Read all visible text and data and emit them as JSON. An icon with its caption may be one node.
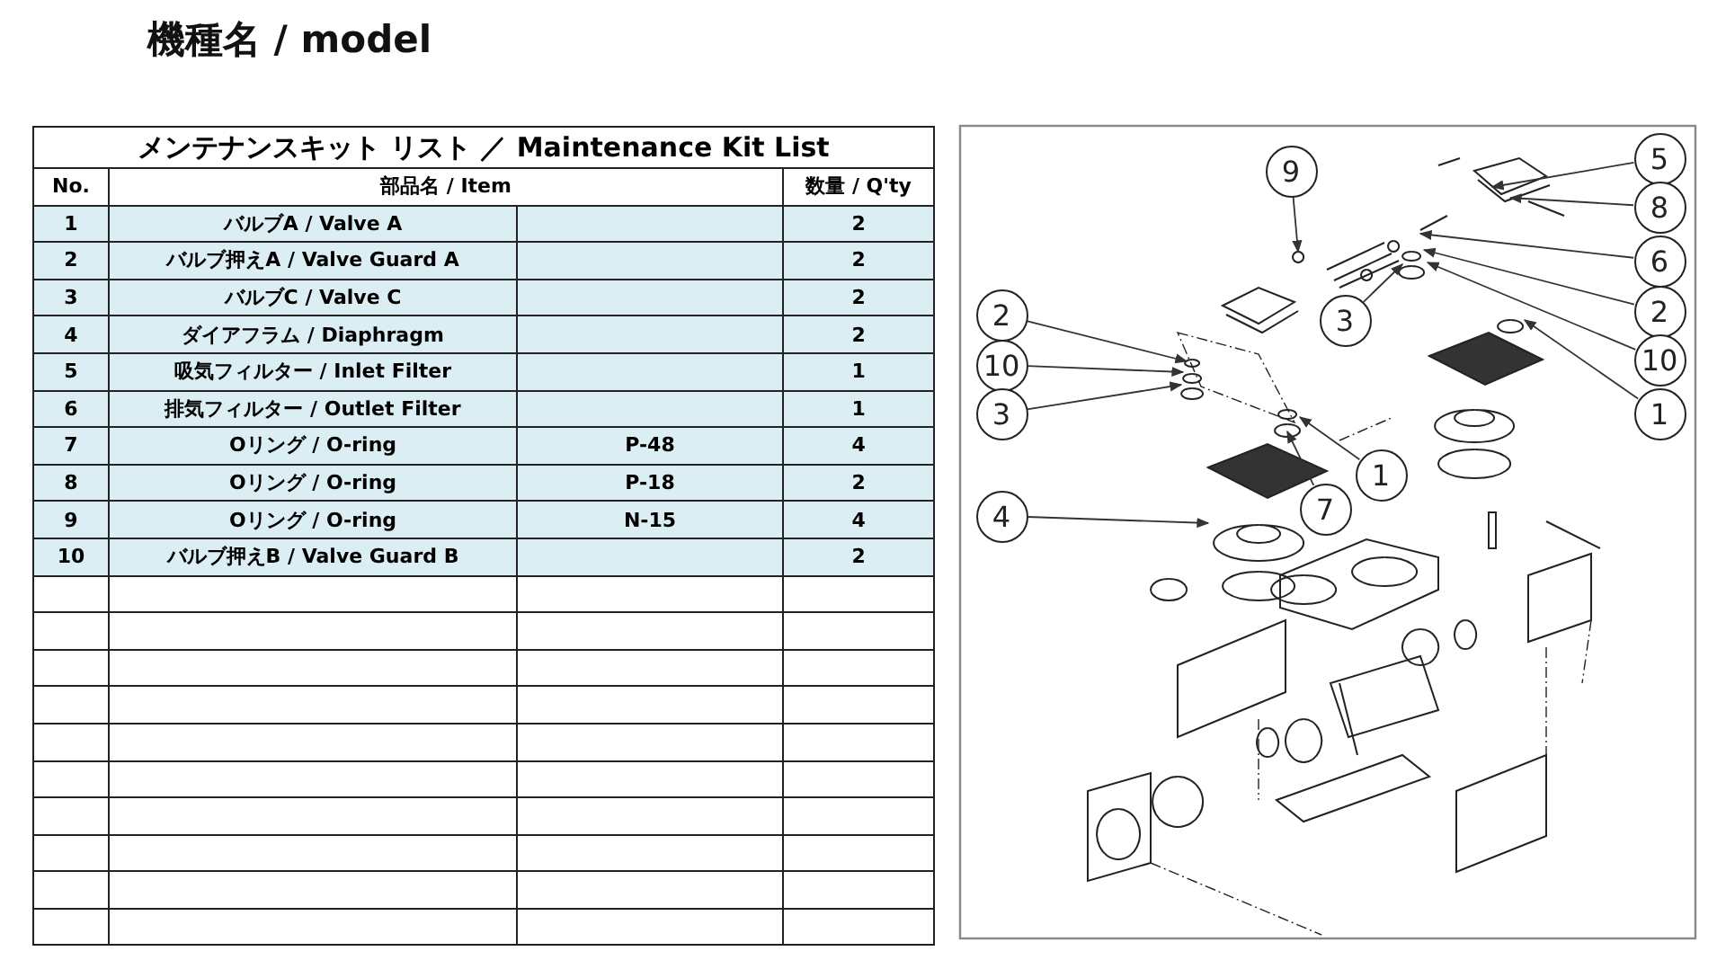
{
  "diagram": {
    "title": "機種名 / model",
    "nodes": [
      {
        "text": [
          "9"
        ]
      },
      {
        "text": [
          "5"
        ]
      },
      {
        "text": [
          "8"
        ]
      },
      {
        "text": [
          "6"
        ]
      },
      {
        "text": [
          "2"
        ]
      },
      {
        "text": [
          "3"
        ]
      },
      {
        "text": [
          "10"
        ]
      },
      {
        "text": [
          "1"
        ]
      },
      {
        "text": [
          "2"
        ]
      },
      {
        "text": [
          "10"
        ]
      },
      {
        "text": [
          "3"
        ]
      },
      {
        "text": [
          "7"
        ]
      },
      {
        "text": [
          "1"
        ]
      },
      {
        "text": [
          "4"
        ]
      }
    ],
    "edges": [
      {
        "from": 0,
        "to": null,
        "arrow": "to"
      },
      {
        "from": 1,
        "to": null,
        "arrow": "to"
      },
      {
        "from": 2,
        "to": null,
        "arrow": "to"
      },
      {
        "from": 3,
        "to": null,
        "arrow": "to"
      },
      {
        "from": 4,
        "to": null,
        "arrow": "to"
      },
      {
        "from": 5,
        "to": null,
        "arrow": "to"
      },
      {
        "from": 6,
        "to": null,
        "arrow": "to"
      },
      {
        "from": 7,
        "to": null,
        "arrow": "to"
      },
      {
        "from": 8,
        "to": null,
        "arrow": "to"
      },
      {
        "from": 9,
        "to": null,
        "arrow": "to"
      },
      {
        "from": 10,
        "to": null,
        "arrow": "to"
      },
      {
        "from": 11,
        "to": null,
        "arrow": "to"
      },
      {
        "from": 12,
        "to": null,
        "arrow": "to"
      },
      {
        "from": 13,
        "to": null,
        "arrow": "to"
      }
    ],
    "labels": [
      "メンテナンスキット リスト ／ Maintenance Kit List",
      "No.",
      "部品名 / Item",
      "数量 / Q'ty",
      "1",
      "バルブA / Valve A",
      "2",
      "2",
      "バルブ押えA / Valve Guard A",
      "2",
      "3",
      "バルブC / Valve C",
      "2",
      "4",
      "ダイアフラム / Diaphragm",
      "2",
      "5",
      "吸気フィルター / Inlet Filter",
      "1",
      "6",
      "排気フィルター / Outlet Filter",
      "1",
      "7",
      "Oリング / O-ring",
      "P-48",
      "4",
      "8",
      "Oリング / O-ring",
      "P-18",
      "2",
      "9",
      "Oリング / O-ring",
      "N-15",
      "4",
      "10",
      "バルブ押えB / Valve Guard B",
      "2"
    ]
  }
}
